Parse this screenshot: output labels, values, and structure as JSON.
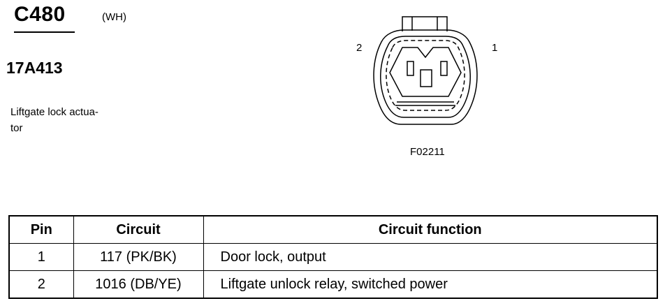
{
  "header": {
    "connector_id": "C480",
    "connector_color": "(WH)",
    "part_number": "17A413",
    "description": "Liftgate lock actua-\ntor"
  },
  "diagram": {
    "pin_label_left": "2",
    "pin_label_right": "1",
    "figure_code": "F02211"
  },
  "table": {
    "headers": [
      "Pin",
      "Circuit",
      "Circuit function"
    ],
    "rows": [
      {
        "pin": "1",
        "circuit": "117 (PK/BK)",
        "function": "Door lock, output"
      },
      {
        "pin": "2",
        "circuit": "1016 (DB/YE)",
        "function": "Liftgate unlock relay, switched power"
      }
    ]
  }
}
